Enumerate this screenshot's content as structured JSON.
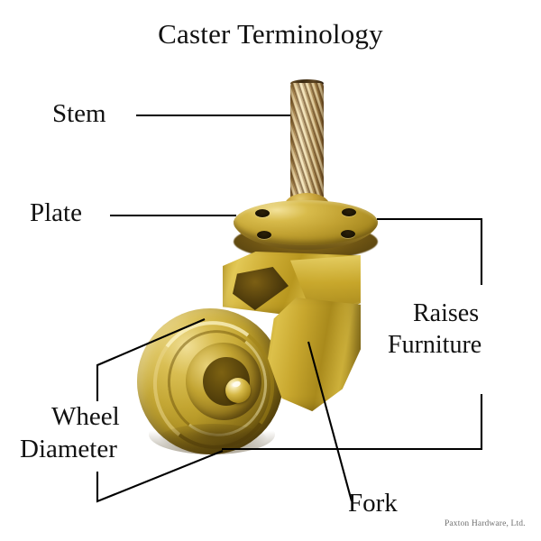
{
  "document": {
    "title": "Caster Terminology",
    "credit": "Paxton Hardware, Ltd.",
    "background_color": "#ffffff",
    "text_color": "#111111",
    "leader_line_color": "#000000"
  },
  "labels": {
    "stem": "Stem",
    "plate": "Plate",
    "raises": "Raises",
    "furniture": "Furniture",
    "wheel": "Wheel",
    "diameter": "Diameter",
    "fork": "Fork"
  },
  "diagram": {
    "subject": "swivel caster with threaded knurled stem, round mounting plate, brass fork and brass wheel",
    "parts": [
      {
        "name": "Stem",
        "description": "knurled cylindrical post at top",
        "label_position": "upper-left",
        "leader": "horizontal line right to stem"
      },
      {
        "name": "Plate",
        "description": "round brass flange with four bolt holes",
        "label_position": "left",
        "leader": "horizontal line right to plate"
      },
      {
        "name": "Raises Furniture",
        "description": "overall vertical height added by the caster",
        "label_position": "right",
        "leader": "bracket spanning plate bottom to wheel bottom"
      },
      {
        "name": "Wheel Diameter",
        "description": "diameter measurement of the brass wheel",
        "label_position": "lower-left",
        "leader": "bracket spanning top and bottom of wheel"
      },
      {
        "name": "Fork",
        "description": "brass yoke holding the wheel axle",
        "label_position": "bottom-right",
        "leader": "diagonal line up-left to fork body"
      }
    ],
    "colors": {
      "brass_light": "#e2c856",
      "brass_mid": "#c2a432",
      "brass_dark": "#6d5610",
      "stem_light": "#efe0bb",
      "stem_dark": "#6a4f28",
      "shadow": "#2b2008"
    }
  }
}
